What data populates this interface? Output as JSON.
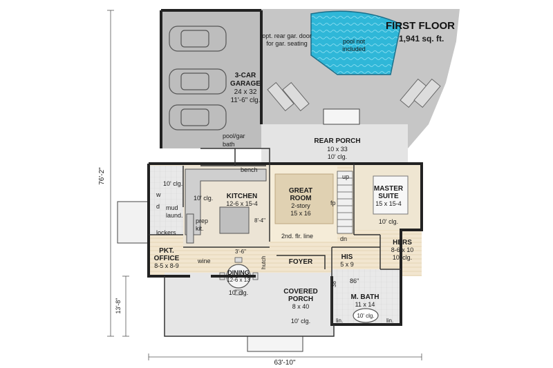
{
  "title": "FIRST FLOOR",
  "area": "1,941 sq. ft.",
  "dimensions": {
    "width": "63'-10\"",
    "depth": "76'-2\"",
    "porch_depth": "13'-8\""
  },
  "rooms": {
    "garage": {
      "name": "3-CAR",
      "name2": "GARAGE",
      "size": "24 x 32",
      "ceiling": "11'-6\" clg."
    },
    "opt_door": {
      "line1": "opt. rear gar. door",
      "line2": "for gar. seating"
    },
    "pool": {
      "line1": "pool not",
      "line2": "included"
    },
    "pool_bath": {
      "line1": "pool/gar",
      "line2": "bath"
    },
    "bench": "bench",
    "rear_porch": {
      "name": "REAR PORCH",
      "size": "10 x 33",
      "ceiling": "10' clg."
    },
    "mud": {
      "ceiling": "10' clg.",
      "w": "w",
      "d": "d",
      "name1": "mud",
      "name2": "laund.",
      "lockers": "lockers"
    },
    "kitchen": {
      "ceiling": "10' clg.",
      "name": "KITCHEN",
      "size": "12-6 x 15-4",
      "prep1": "prep",
      "prep2": "kit.",
      "island": "8'-4\"",
      "aisle": "3'-6\""
    },
    "great_room": {
      "name1": "GREAT",
      "name2": "ROOM",
      "story": "2-story",
      "size": "15 x 16",
      "fp": "fp",
      "up": "up",
      "dn": "dn"
    },
    "second_floor_line": "2nd. flr. line",
    "master": {
      "name1": "MASTER",
      "name2": "SUITE",
      "size": "15 x 15-4",
      "ceiling": "10' clg."
    },
    "office": {
      "name1": "PKT.",
      "name2": "OFFICE",
      "size": "8-5 x 8-9"
    },
    "wine": "wine",
    "hutch": "hutch",
    "dining": {
      "name": "DINING",
      "size": "12-6 x 13",
      "ceiling": "10' clg."
    },
    "foyer": "FOYER",
    "his": {
      "name": "HIS",
      "size": "5 x 9"
    },
    "hers": {
      "name": "HERS",
      "size": "8-6 x 10",
      "ceiling": "10' clg."
    },
    "shower": {
      "w": "38\"",
      "d": "86\""
    },
    "master_bath": {
      "name": "M. BATH",
      "size": "11 x 14",
      "ceiling": "10' clg.",
      "lin1": "lin.",
      "lin2": "lin."
    },
    "covered_porch": {
      "name1": "COVERED",
      "name2": "PORCH",
      "size": "8 x 40",
      "ceiling": "10' clg."
    }
  }
}
